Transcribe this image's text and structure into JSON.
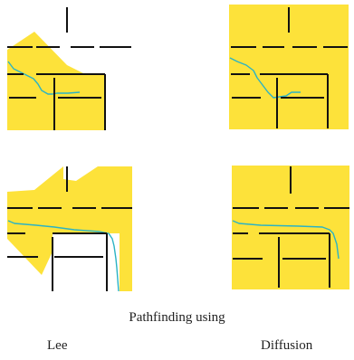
{
  "caption": "Pathfinding using",
  "labels": {
    "left": "Lee",
    "right": "Diffusion"
  },
  "colors": {
    "fill": "#fde23a",
    "path": "#2bb3c4",
    "wall": "#111111",
    "background": "#ffffff"
  }
}
